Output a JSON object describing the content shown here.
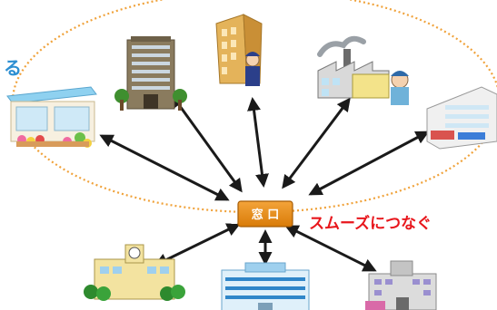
{
  "hub": {
    "label": "窓 口"
  },
  "caption": "スムーズにつなぐ",
  "partial_label": "る",
  "colors": {
    "hub_fill": "#e38a12",
    "hub_stroke": "#a65c05",
    "caption": "#e8161c",
    "partial_label": "#2d8fd2",
    "ring": "#f0a23a",
    "arrow": "#1a1a1a"
  },
  "nodes": [
    {
      "name": "flower-shop-icon"
    },
    {
      "name": "office-building-icon"
    },
    {
      "name": "construction-worker-building-icon"
    },
    {
      "name": "factory-with-worker-icon"
    },
    {
      "name": "shopping-mall-icon"
    },
    {
      "name": "school-icon"
    },
    {
      "name": "city-hall-icon"
    },
    {
      "name": "hospital-icon"
    }
  ]
}
